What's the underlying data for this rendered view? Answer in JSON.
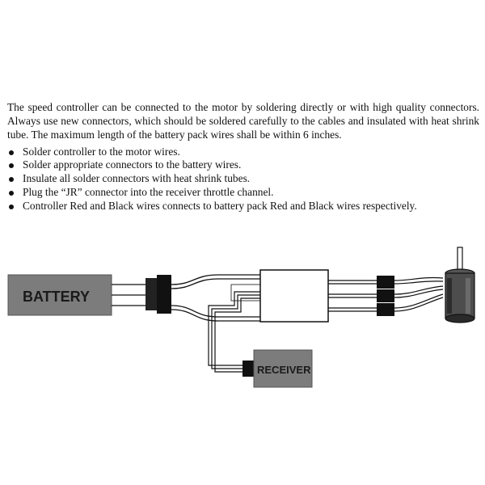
{
  "intro": "The speed controller can be connected to the motor by soldering directly or with high quality connectors. Always use new connectors, which should be soldered carefully to the cables and insulated with heat shrink tube. The maximum length of the battery pack wires shall be within 6 inches.",
  "bullets": [
    "Solder controller to the motor wires.",
    "Solder appropriate connectors to the battery wires.",
    "Insulate all solder connectors with heat shrink tubes.",
    "Plug the “JR” connector into the receiver throttle channel.",
    "Controller Red and Black wires connects to battery pack Red and Black wires respectively."
  ],
  "diagram": {
    "battery_label": "BATTERY",
    "receiver_label": "RECEIVER",
    "box_fill": "#7c7c7c",
    "label_color": "#1a1a1a"
  }
}
